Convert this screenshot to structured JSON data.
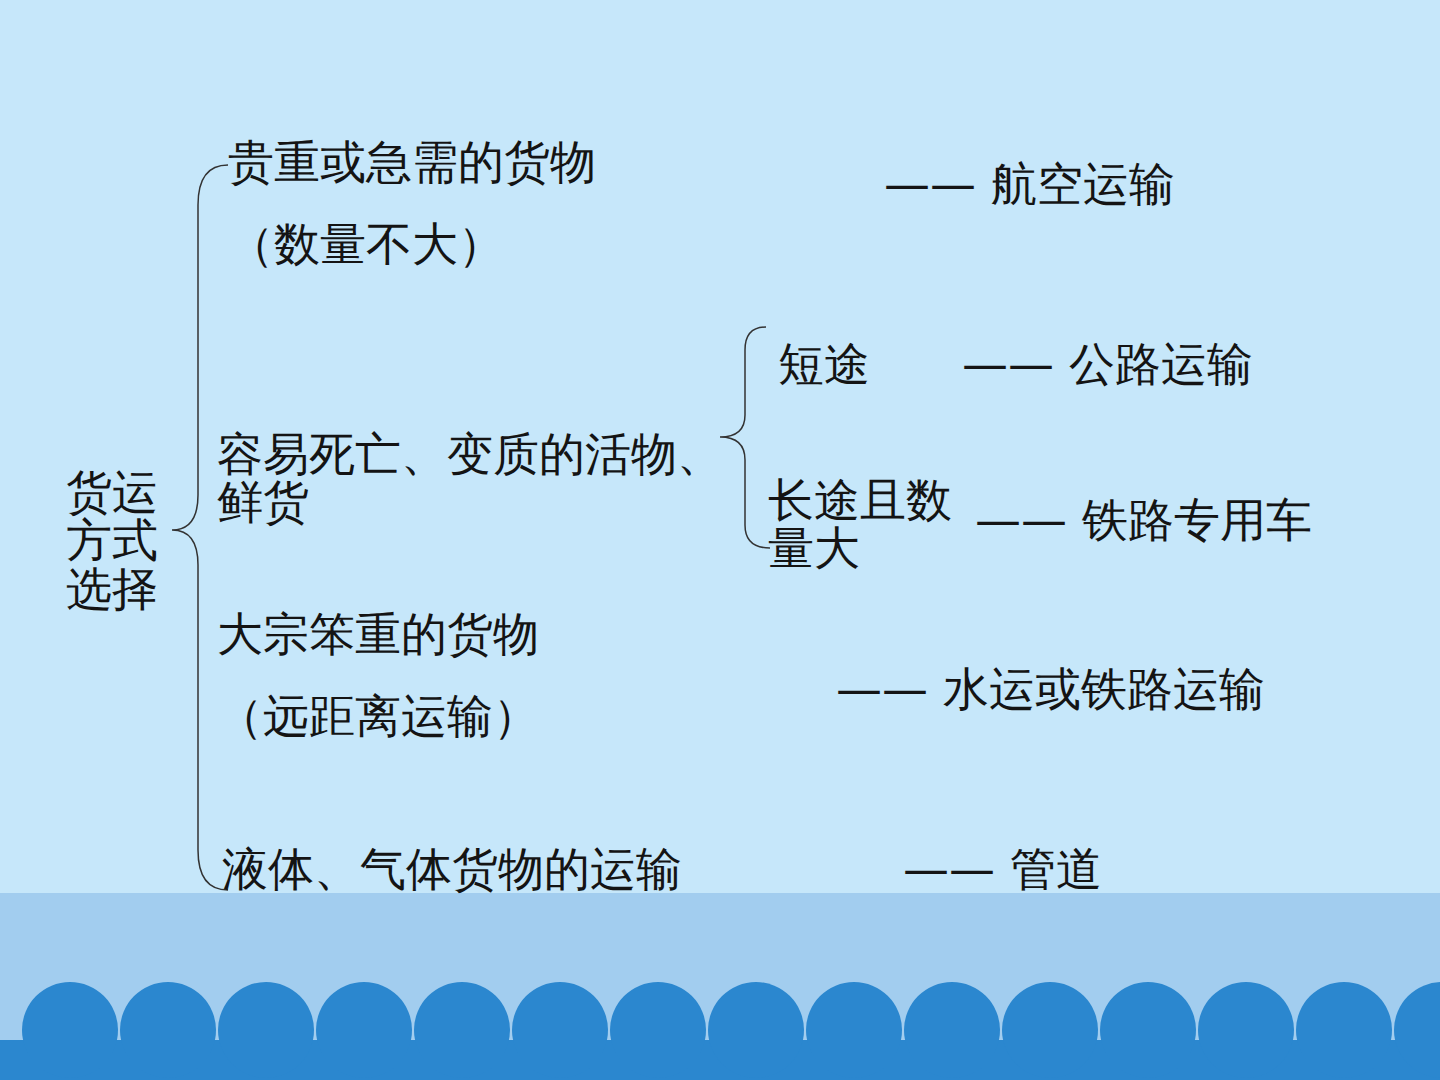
{
  "diagram": {
    "labels": [
      "货运方式选择",
      "贵重或急需的货物",
      "（数量不大）",
      "—— 航空运输",
      "容易死亡、变质的活物、鲜货",
      "短途",
      "—— 公路运输",
      "长途且数量大",
      "—— 铁路专用车",
      "大宗笨重的货物",
      "（远距离运输）",
      "—— 水运或铁路运输",
      "液体、气体货物的运输",
      "—— 管道"
    ]
  }
}
